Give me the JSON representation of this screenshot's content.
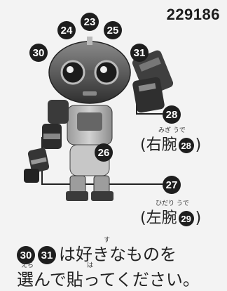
{
  "product_code": "229186",
  "badges": {
    "b23": "23",
    "b24": "24",
    "b25": "25",
    "b26": "26",
    "b27": "27",
    "b28": "28",
    "b29": "29",
    "b30": "30",
    "b31": "31"
  },
  "labels": {
    "right_arm": {
      "ruby": "みぎ うで",
      "open": "(",
      "text": "右腕",
      "badge": "28",
      "close": ")"
    },
    "left_arm": {
      "ruby": "ひだり うで",
      "open": "(",
      "text": "左腕",
      "badge": "29",
      "close": ")"
    }
  },
  "note": {
    "badge_a": "30",
    "badge_b": "31",
    "line1_ruby": "す",
    "line1": "は好きなものを",
    "line2_ruby_a": "えら",
    "line2_ruby_b": "は",
    "line2": "選んで貼ってください。"
  },
  "colors": {
    "badge_bg": "#1e1e1e",
    "robot_dark": "#3a3a3a",
    "robot_light": "#b9b9b9"
  }
}
